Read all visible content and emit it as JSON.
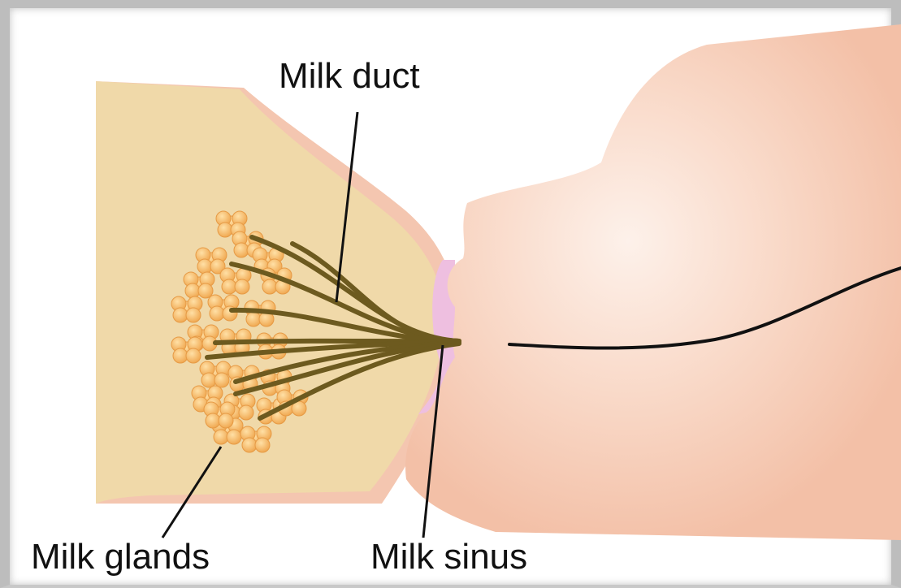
{
  "labels": {
    "milk_duct": "Milk duct",
    "milk_glands": "Milk glands",
    "milk_sinus": "Milk sinus"
  },
  "colors": {
    "breast_tissue": "#f0d9a9",
    "breast_skin": "#f4c6b0",
    "baby_skin": "#f6c9b3",
    "areola": "#eebfe0",
    "gland": "#f3b560",
    "duct": "#6d5a1f",
    "leader_line": "#111111"
  }
}
